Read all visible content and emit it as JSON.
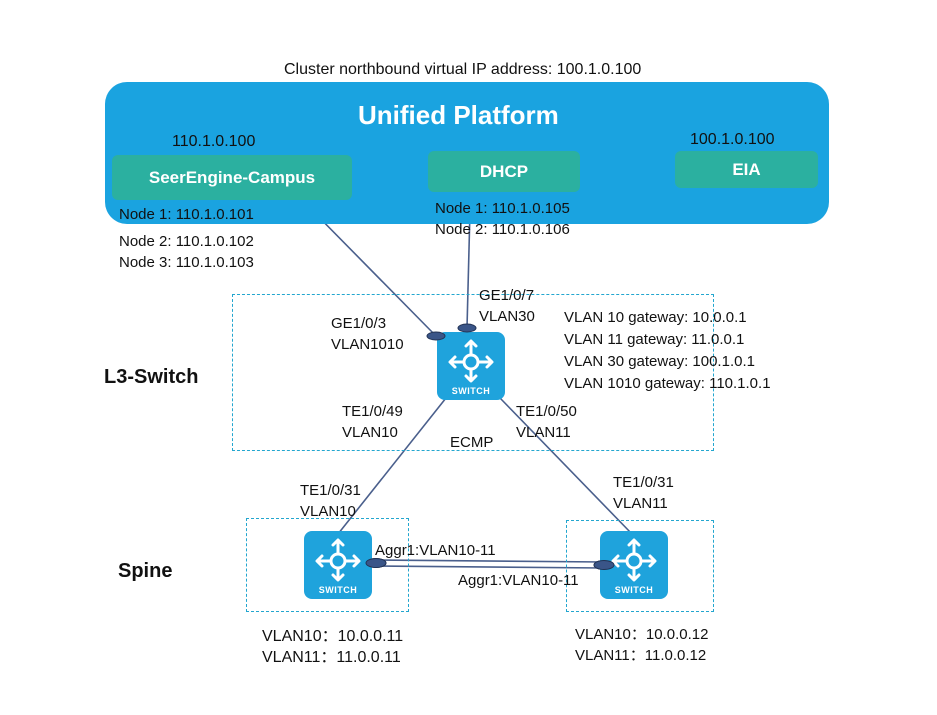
{
  "colors": {
    "platform_blue": "#1aa3e0",
    "service_green": "#2bb0a0",
    "dashed_border": "#23a6cf",
    "switch_blue": "#1fa3dc",
    "link_line": "#4a5f8c"
  },
  "cluster_label": "Cluster northbound virtual IP address: 100.1.0.100",
  "platform": {
    "title": "Unified Platform",
    "services": [
      {
        "name": "SeerEngine-Campus",
        "ip": "110.1.0.100"
      },
      {
        "name": "DHCP"
      },
      {
        "name": "EIA",
        "ip": "100.1.0.100"
      }
    ]
  },
  "seerengine_nodes": [
    "Node 1: 110.1.0.101",
    "Node 2: 110.1.0.102",
    "Node 3: 110.1.0.103"
  ],
  "dhcp_nodes": [
    "Node 1: 110.1.0.105",
    "Node 2: 110.1.0.106"
  ],
  "l3_switch": {
    "label": "L3-Switch",
    "switch_text": "SWITCH",
    "port_seer": [
      "GE1/0/3",
      "VLAN1010"
    ],
    "port_dhcp": [
      "GE1/0/7",
      "VLAN30"
    ],
    "port_left": [
      "TE1/0/49",
      "VLAN10"
    ],
    "port_right": [
      "TE1/0/50",
      "VLAN11"
    ],
    "ecmp": "ECMP",
    "gateways": [
      "VLAN 10 gateway: 10.0.0.1",
      "VLAN 11 gateway: 11.0.0.1",
      "VLAN 30 gateway: 100.1.0.1",
      "VLAN 1010 gateway: 110.1.0.1"
    ]
  },
  "spine": {
    "label": "Spine",
    "switch_text": "SWITCH",
    "left_port": [
      "TE1/0/31",
      "VLAN10"
    ],
    "right_port": [
      "TE1/0/31",
      "VLAN11"
    ],
    "aggr_left": "Aggr1:VLAN10-11",
    "aggr_right": "Aggr1:VLAN10-11",
    "left_ips": [
      "VLAN10：10.0.0.11",
      "VLAN11：11.0.0.11"
    ],
    "right_ips": [
      "VLAN10：10.0.0.12",
      "VLAN11：11.0.0.12"
    ]
  }
}
